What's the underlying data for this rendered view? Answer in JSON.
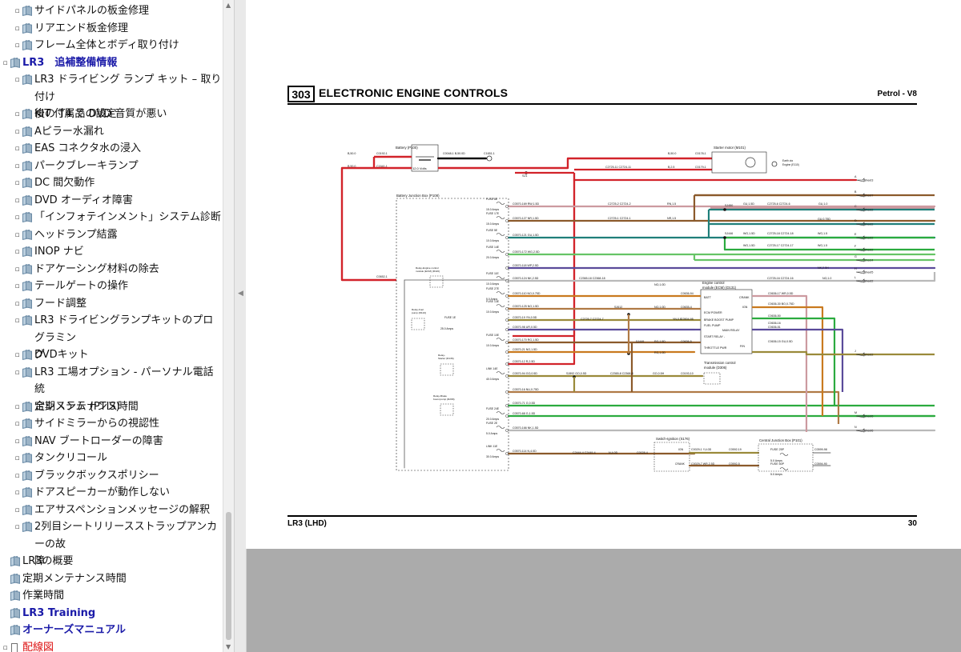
{
  "sidebar": {
    "items": [
      {
        "label": "サイドパネルの板金修理",
        "lines": [
          "サイドパネルの板金修理"
        ],
        "level": 1
      },
      {
        "label": "リアエンド板金修理",
        "lines": [
          "リアエンド板金修理"
        ],
        "level": 1
      },
      {
        "label": "フレーム全体とボディ取り付け",
        "lines": [
          "フレーム全体とボディ取り付け"
        ],
        "level": 1
      },
      {
        "label": "LR3　追補整備情報",
        "lines": [
          "LR3　追補整備情報"
        ],
        "level": 0,
        "bold": true,
        "expand": "-"
      },
      {
        "label": "LR3 ドライビング ランプ キット – 取り付け後の T4 での設定",
        "lines": [
          "LR3 ドライビング ランプ キット – 取り付け",
          "後の T4 での設定"
        ],
        "level": 1
      },
      {
        "label": "KIT 付属品 DVD 音質が悪い",
        "lines": [
          "KIT 付属品 DVD 音質が悪い"
        ],
        "level": 1
      },
      {
        "label": "Aピラー水漏れ",
        "lines": [
          "Aピラー水漏れ"
        ],
        "level": 1
      },
      {
        "label": "EAS コネクタ水の浸入",
        "lines": [
          "EAS コネクタ水の浸入"
        ],
        "level": 1
      },
      {
        "label": "パークブレーキランプ",
        "lines": [
          "パークブレーキランプ"
        ],
        "level": 1
      },
      {
        "label": "DC 間欠動作",
        "lines": [
          "DC 間欠動作"
        ],
        "level": 1
      },
      {
        "label": "DVD オーディオ障害",
        "lines": [
          "DVD オーディオ障害"
        ],
        "level": 1
      },
      {
        "label": "「インフォテインメント」システム診断",
        "lines": [
          "「インフォテインメント」システム診断"
        ],
        "level": 1
      },
      {
        "label": "ヘッドランプ結露",
        "lines": [
          "ヘッドランプ結露"
        ],
        "level": 1
      },
      {
        "label": "INOP ナビ",
        "lines": [
          "INOP ナビ"
        ],
        "level": 1
      },
      {
        "label": "ドアケーシング材料の除去",
        "lines": [
          "ドアケーシング材料の除去"
        ],
        "level": 1
      },
      {
        "label": "テールゲートの操作",
        "lines": [
          "テールゲートの操作"
        ],
        "level": 1
      },
      {
        "label": "フード調整",
        "lines": [
          "フード調整"
        ],
        "level": 1
      },
      {
        "label": "LR3 ドライビングランプキットのプログラミング",
        "lines": [
          "LR3 ドライビングランプキットのプログラミン",
          "グ"
        ],
        "level": 1
      },
      {
        "label": "DVDキット",
        "lines": [
          "DVDキット"
        ],
        "level": 1
      },
      {
        "label": "LR3 工場オプション - パーソナル電話統合システム (PTIS)",
        "lines": [
          "LR3 工場オプション - パーソナル電話統",
          "合システム (PTIS)"
        ],
        "level": 1
      },
      {
        "label": "定期メンテナンス時間",
        "lines": [
          "定期メンテナンス時間"
        ],
        "level": 1
      },
      {
        "label": "サイドミラーからの視認性",
        "lines": [
          "サイドミラーからの視認性"
        ],
        "level": 1
      },
      {
        "label": "NAV ブートローダーの障害",
        "lines": [
          "NAV ブートローダーの障害"
        ],
        "level": 1
      },
      {
        "label": "タンクリコール",
        "lines": [
          "タンクリコール"
        ],
        "level": 1
      },
      {
        "label": "ブラックボックスポリシー",
        "lines": [
          "ブラックボックスポリシー"
        ],
        "level": 1
      },
      {
        "label": "ドアスピーカーが動作しない",
        "lines": [
          "ドアスピーカーが動作しない"
        ],
        "level": 1
      },
      {
        "label": "エアサスペンションメッセージの解釈",
        "lines": [
          "エアサスペンションメッセージの解釈"
        ],
        "level": 1
      },
      {
        "label": "2列目シートリリースストラップアンカーの故障",
        "lines": [
          "2列目シートリリースストラップアンカーの故",
          "障"
        ],
        "level": 1
      },
      {
        "label": "LR3の概要",
        "lines": [
          "LR3の概要"
        ],
        "level": 0
      },
      {
        "label": "定期メンテナンス時間",
        "lines": [
          "定期メンテナンス時間"
        ],
        "level": 0
      },
      {
        "label": "作業時間",
        "lines": [
          "作業時間"
        ],
        "level": 0
      },
      {
        "label": "LR3 Training",
        "lines": [
          "LR3 Training"
        ],
        "level": 0,
        "bold": true
      },
      {
        "label": "オーナーズマニュアル",
        "lines": [
          "オーナーズマニュアル"
        ],
        "level": 0,
        "bold": true
      },
      {
        "label": "配線図",
        "lines": [
          "配線図"
        ],
        "level": 0,
        "red": true,
        "flag": true,
        "expand": "+"
      }
    ]
  },
  "document": {
    "section_number": "303",
    "section_title": "ELECTRONIC ENGINE CONTROLS",
    "variant": "Petrol - V8",
    "footer_model": "LR3 (LHD)",
    "page_number": "30"
  },
  "diagram": {
    "components": {
      "battery": "Battery (P100)",
      "battery_voltage": "12.0 Volts",
      "starter": "Starter motor (M101)",
      "earth": [
        "Earth via",
        "Engine (E110)"
      ],
      "bjb": "Battery Junction Box (P108)",
      "ecm": [
        "Engine control",
        "module (ECM) (D131)"
      ],
      "tcm": [
        "Transmission control",
        "module (D306)"
      ],
      "switch_ign": "Switch-Ignition (S176)",
      "cjb": "Central Junction Box (P101)",
      "relay_ecm": [
        "Relay-Engine control",
        "module (ECM) (R116)"
      ],
      "relay_fuel": [
        "Relay-Fuel",
        "pump (R124)"
      ],
      "relay_starter": [
        "Relay-",
        "Starter (R136)"
      ],
      "relay_brake": [
        "Relay-Brake",
        "boost pump (R268)"
      ],
      "sj1": "SJ1"
    },
    "top_wires": {
      "b1": "B,50.0",
      "b2": "B,50.0",
      "c0192": "C0192-1",
      "c1641": "C1641-1",
      "c0048": "C0048-1  B,50.0D",
      "c1651": "C1651-1",
      "s1": "B,50.0",
      "s2": "B,2.5",
      "c0178": "C0178-1",
      "c0179": "C0179-1",
      "c2725": "C2725-11  C2724-11",
      "c0652": "C0652-1"
    },
    "fuses": [
      {
        "label": "FUSE 8E",
        "amps": "15.0 Amps"
      },
      {
        "label": "FUSE 17E",
        "amps": "15.0 Amps"
      },
      {
        "label": "FUSE 5E",
        "amps": "10.0 Amps"
      },
      {
        "label": "FUSE 14E",
        "amps": "20.0 Amps"
      },
      {
        "label": "FUSE 11E",
        "amps": "10.0 Amps"
      },
      {
        "label": "FUSE 27E",
        "amps": "5.0 Amps"
      },
      {
        "label": "FUSE 13E",
        "amps": "10.0 Amps"
      },
      {
        "label": "FUSE 1E",
        "amps": "25.0 Amps"
      },
      {
        "label": "FUSE 10E",
        "amps": "10.0 Amps"
      },
      {
        "label": "LINK 14E",
        "amps": "40.0 Amps"
      },
      {
        "label": "FUSE 24E",
        "amps": "20.0 Amps"
      },
      {
        "label": "FUSE 2E",
        "amps": "5.0 Amps"
      },
      {
        "label": "LINK 11E",
        "amps": "30.0 Amps"
      }
    ],
    "wire_labels": [
      "C0570-169 RW,1.5D",
      "C0570-127 NR,1.5D",
      "C0570-121 GU,1.5D",
      "C0570-172 WG,2.5D",
      "C0570-118 WP,2.5D",
      "C0570-124 NK,2.5D",
      "C0570-110 NO,0.75D",
      "C0570-125 NO,1.5D",
      "C0570-19 YN,0.5D",
      "C0570-98 UR,0.5D",
      "C0570-170 RG,1.5D",
      "C0570-21 NO,1.5D",
      "C0570-12 R,2.5D",
      "C0570-94 GO,0.5D",
      "C0570-16 NU,0.75D",
      "C0570-71 G,0.5D",
      "C0570-68 G,1.5D",
      "C0570-166 NK,1.5D",
      "C0570-114 N,4.0D"
    ],
    "right_labels": [
      "C2725-2  C2724-2",
      "RN,1.5",
      "C2725-1  C2724-1",
      "NR,1.5",
      "SJ450",
      "GU,1.5D",
      "C2725-6  C2724-6",
      "GU,1.0",
      "GU,0.75D",
      "SJ446",
      "WG,1.5D",
      "C2725-18 C2724-18",
      "WG,1.5",
      "WG,1.5D",
      "C2725-17 C2724-17",
      "WG,1.5",
      "NK,2.5H",
      "C2365-18 C2368-18",
      "C2725-16 C2724-16",
      "NO,1.0",
      "NO,1.0D",
      "C0636-94",
      "C0636-17  WR,0.5D",
      "SJ612",
      "NO,1.0D",
      "C0635-4",
      "C0636-30  BO,0.75D",
      "C2725-7  C2724-7",
      "YN,0.5",
      "C0504-95",
      "C0636-50",
      "C0636-51",
      "C0636-16",
      "SJ449",
      "RG,1.5D",
      "C0636-5",
      "RG,1.0D",
      "C0636-15  GU,0.5D",
      "SJ892 GO,0.5D",
      "C2365-8 C2368-8",
      "GO,0.5H",
      "C0193-10",
      "C2444-4 C2449-4",
      "N,4.0D",
      "C0028-4",
      "C0029-1  Y,4.0D",
      "C0592-19",
      "C0029-7  WR,2.5D",
      "C0592-5",
      "FUSE 25P",
      "5.0 Amps",
      "FUSE 50P",
      "5.0 Amps",
      "C0599-98",
      "C0594-90"
    ],
    "ecm_pins": [
      "BATT",
      "CRANK",
      "ECM POWER",
      "IGN",
      "BRAKE BOOST PUMP",
      "FUEL PUMP",
      "MAIN RELAY",
      "START RELAY -",
      "THROTTLE PWR",
      "P/N"
    ],
    "sw_pins": [
      "IGN",
      "CRANK"
    ],
    "connectors": [
      "A",
      "B",
      "C",
      "D",
      "E",
      "F",
      "G",
      "H",
      "L",
      "J",
      "M",
      "N"
    ],
    "sheets": [
      "Sheet3",
      "Sheet7",
      "Sheet2",
      "Sheet2",
      "Sheet2",
      "Sheet2",
      "Sheet4",
      "Sheet5",
      "Sheet2",
      "Sheet2",
      "Sheet6",
      "Sheet6"
    ]
  },
  "colors": {
    "red": "#d2232a",
    "black": "#111111",
    "brown": "#8b5a2b",
    "brown_light": "#b07a45",
    "green": "#2bab3f",
    "teal": "#1f7f7a",
    "purple": "#5a4a9a",
    "orange": "#c97a1f",
    "olive": "#9a8a3a",
    "pink": "#cc9aa0",
    "lightgreen": "#66c466",
    "nk": "#b9b9b9"
  }
}
